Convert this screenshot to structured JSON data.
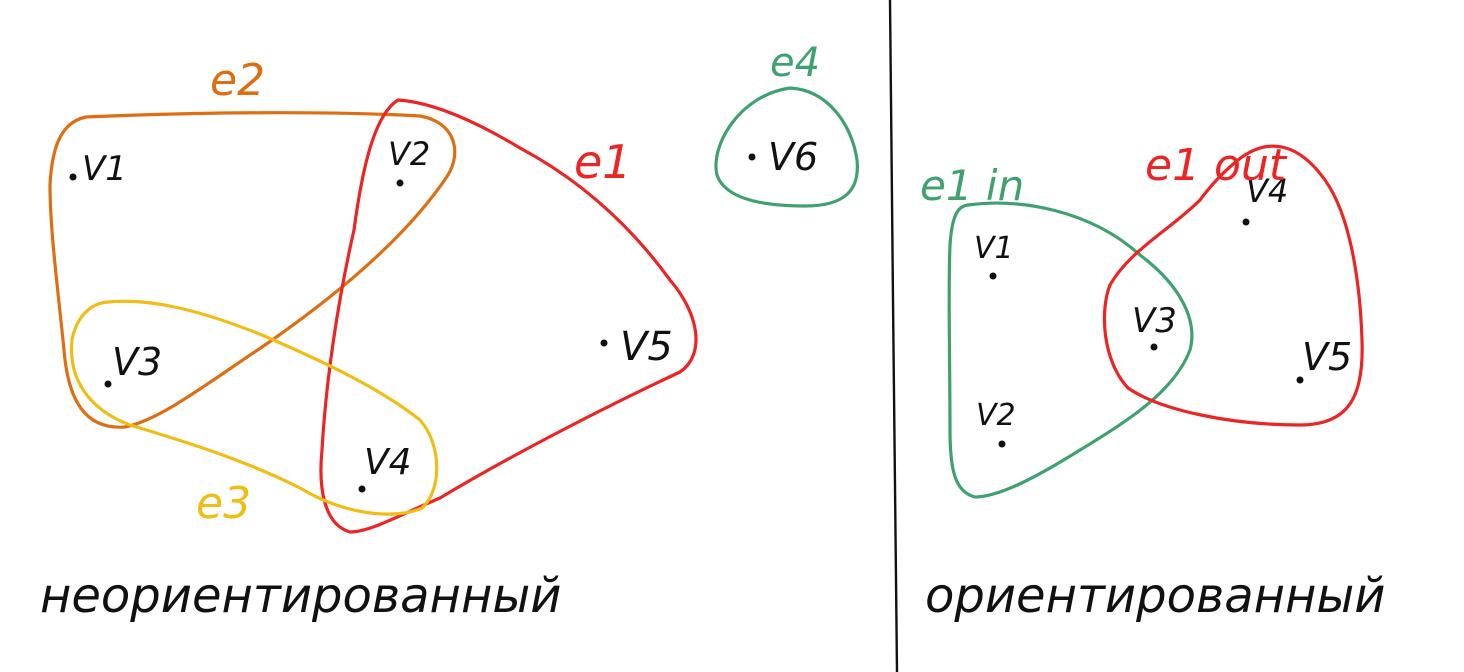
{
  "colors": {
    "ink": "#111111",
    "e1": "#ec2424",
    "e2": "#df6e12",
    "e3": "#f0bd14",
    "e4": "#3ea16f",
    "in": "#3ea16f",
    "out": "#ec2424"
  },
  "left_panel": {
    "caption": "неориентированный",
    "vertices": {
      "v1": "V1",
      "v2": "V2",
      "v3": "V3",
      "v4": "V4",
      "v5": "V5",
      "v6": "V6"
    },
    "edges": {
      "e1": "e1",
      "e2": "e2",
      "e3": "e3",
      "e4": "e4"
    }
  },
  "right_panel": {
    "caption": "ориентированный",
    "vertices": {
      "v1": "V1",
      "v2": "V2",
      "v3": "V3",
      "v4": "V4",
      "v5": "V5"
    },
    "edges": {
      "in": "e1 in",
      "out": "e1 out"
    }
  }
}
